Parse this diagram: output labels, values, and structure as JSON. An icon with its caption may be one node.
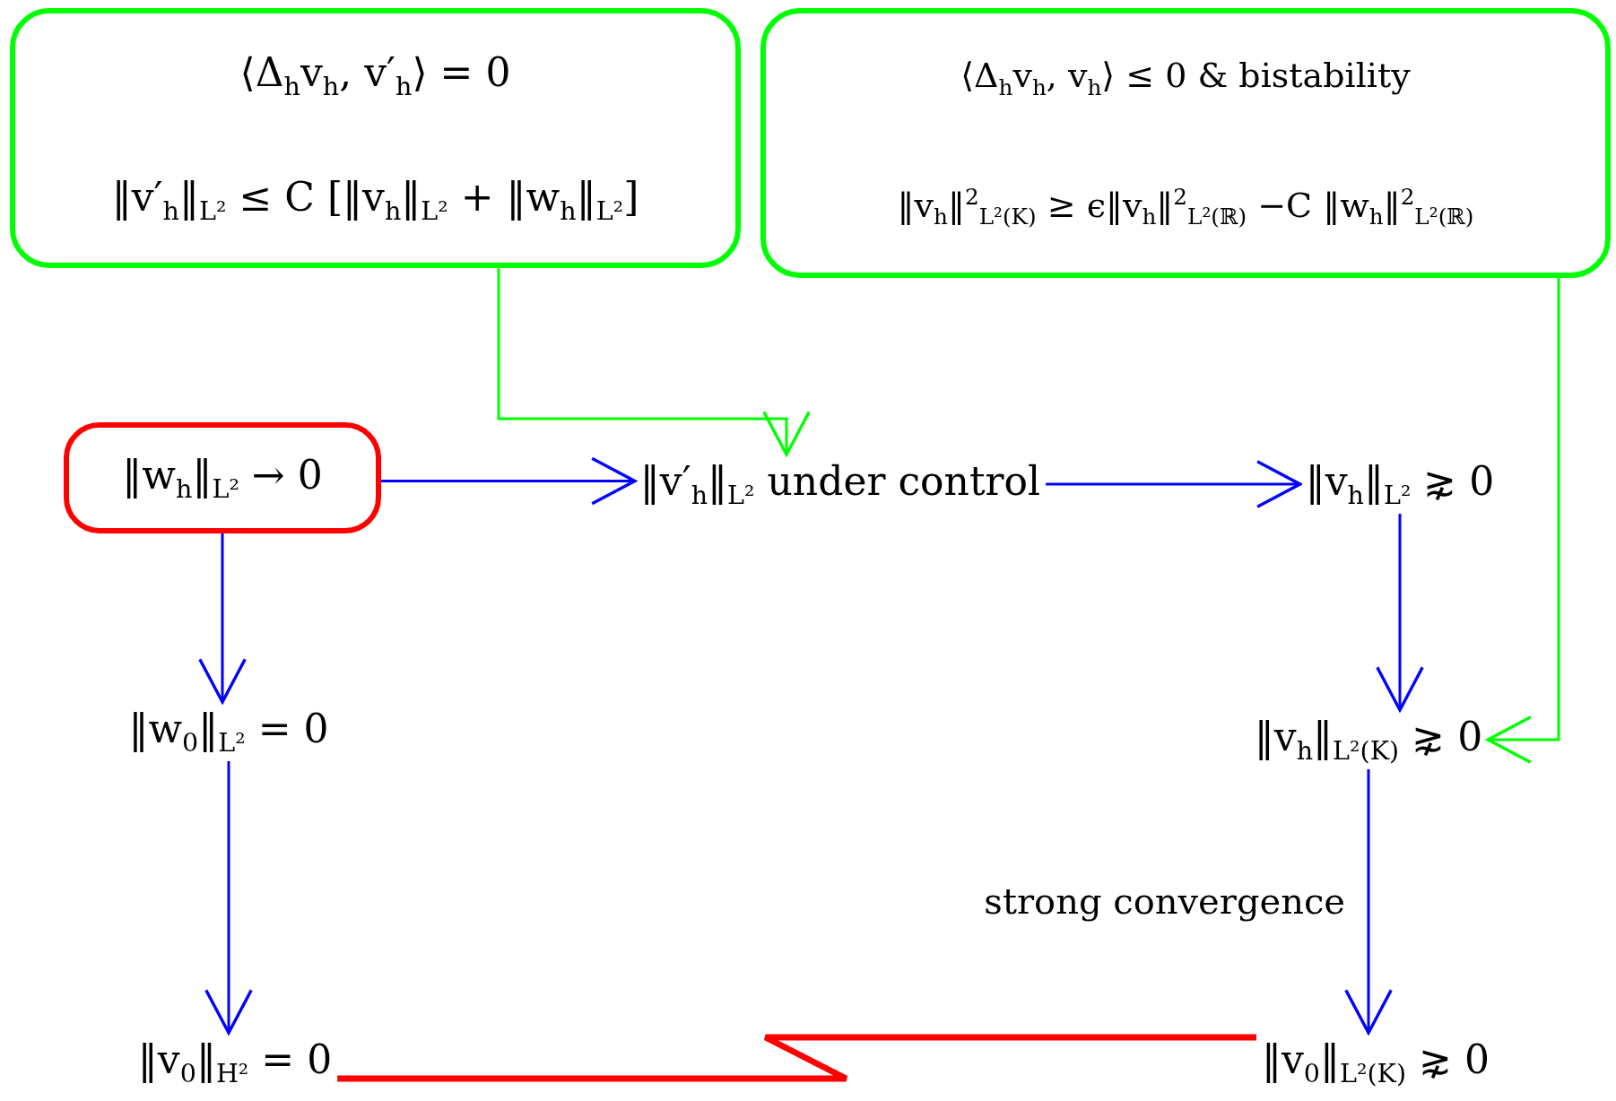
{
  "diagram": {
    "nodes": [
      {
        "text": [
          "⟨Δ$_{h}$v$_{h}$, v′$_{h}$⟩ = 0",
          "‖v′$_{h}$‖$_{L²}$ ≤ C [‖v$_{h}$‖$_{L²}$ + ‖w$_{h}$‖$_{L²}$]"
        ]
      },
      {
        "text": [
          "⟨Δ$_{h}$v$_{h}$, v$_{h}$⟩ ≤ 0 & bistability",
          "‖v$_{h}$‖$^{2}$$_{L²(K)}$ ≥ ϵ‖v$_{h}$‖$^{2}$$_{L²(ℝ)}$ −C ‖w$_{h}$‖$^{2}$$_{L²(ℝ)}$"
        ]
      },
      {
        "text": [
          "‖w$_{h}$‖$_{L²}$ → 0"
        ]
      },
      {
        "text": [
          "‖v′$_{h}$‖$_{L²}$ under control"
        ]
      },
      {
        "text": [
          "‖v$_{h}$‖$_{L²}$ ⋧ 0"
        ]
      },
      {
        "text": [
          "‖w$_{0}$‖$_{L²}$ = 0"
        ]
      },
      {
        "text": [
          "‖v$_{h}$‖$_{L²(K)}$ ⋧ 0"
        ]
      },
      {
        "text": [
          "‖v$_{0}$‖$_{H²}$ = 0"
        ]
      },
      {
        "text": [
          "‖v$_{0}$‖$_{L²(K)}$ ⋧ 0"
        ]
      }
    ],
    "edges": [
      {
        "from": 0,
        "to": 3,
        "arrow": "to",
        "color": "#00ff00"
      },
      {
        "from": 2,
        "to": 3,
        "arrow": "to"
      },
      {
        "from": 3,
        "to": 4,
        "arrow": "to"
      },
      {
        "from": 1,
        "to": 6,
        "arrow": "to",
        "color": "#00ff00"
      },
      {
        "from": 4,
        "to": 6,
        "arrow": "to"
      },
      {
        "from": 2,
        "to": 5,
        "arrow": "to"
      },
      {
        "from": 5,
        "to": 7,
        "arrow": "to"
      },
      {
        "from": 6,
        "to": 8,
        "arrow": "to",
        "label": "strong convergence"
      },
      {
        "from": 7,
        "to": 8,
        "arrow": "none",
        "style": "thick",
        "color": "#ff0000"
      }
    ]
  }
}
